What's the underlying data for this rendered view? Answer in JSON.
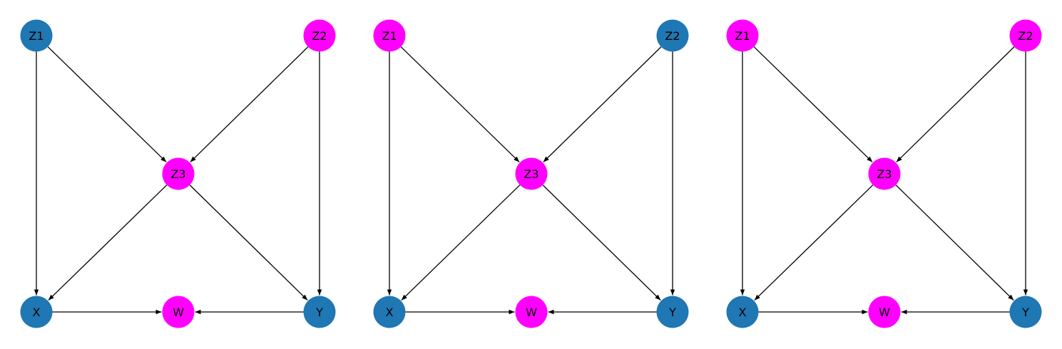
{
  "colors": {
    "blue": "#1f77b4",
    "magenta": "#ff00ff",
    "edge": "#000000"
  },
  "edges": [
    [
      "Z1",
      "X"
    ],
    [
      "Z1",
      "Z3"
    ],
    [
      "Z2",
      "Z3"
    ],
    [
      "Z2",
      "Y"
    ],
    [
      "Z3",
      "X"
    ],
    [
      "Z3",
      "Y"
    ],
    [
      "X",
      "W"
    ],
    [
      "Y",
      "W"
    ]
  ],
  "graphs": [
    {
      "nodes": [
        {
          "id": "Z1",
          "label": "Z1",
          "color": "blue"
        },
        {
          "id": "Z2",
          "label": "Z2",
          "color": "magenta"
        },
        {
          "id": "Z3",
          "label": "Z3",
          "color": "magenta"
        },
        {
          "id": "X",
          "label": "X",
          "color": "blue"
        },
        {
          "id": "W",
          "label": "W",
          "color": "magenta"
        },
        {
          "id": "Y",
          "label": "Y",
          "color": "blue"
        }
      ]
    },
    {
      "nodes": [
        {
          "id": "Z1",
          "label": "Z1",
          "color": "magenta"
        },
        {
          "id": "Z2",
          "label": "Z2",
          "color": "blue"
        },
        {
          "id": "Z3",
          "label": "Z3",
          "color": "magenta"
        },
        {
          "id": "X",
          "label": "X",
          "color": "blue"
        },
        {
          "id": "W",
          "label": "W",
          "color": "magenta"
        },
        {
          "id": "Y",
          "label": "Y",
          "color": "blue"
        }
      ]
    },
    {
      "nodes": [
        {
          "id": "Z1",
          "label": "Z1",
          "color": "magenta"
        },
        {
          "id": "Z2",
          "label": "Z2",
          "color": "magenta"
        },
        {
          "id": "Z3",
          "label": "Z3",
          "color": "magenta"
        },
        {
          "id": "X",
          "label": "X",
          "color": "blue"
        },
        {
          "id": "W",
          "label": "W",
          "color": "magenta"
        },
        {
          "id": "Y",
          "label": "Y",
          "color": "blue"
        }
      ]
    }
  ]
}
